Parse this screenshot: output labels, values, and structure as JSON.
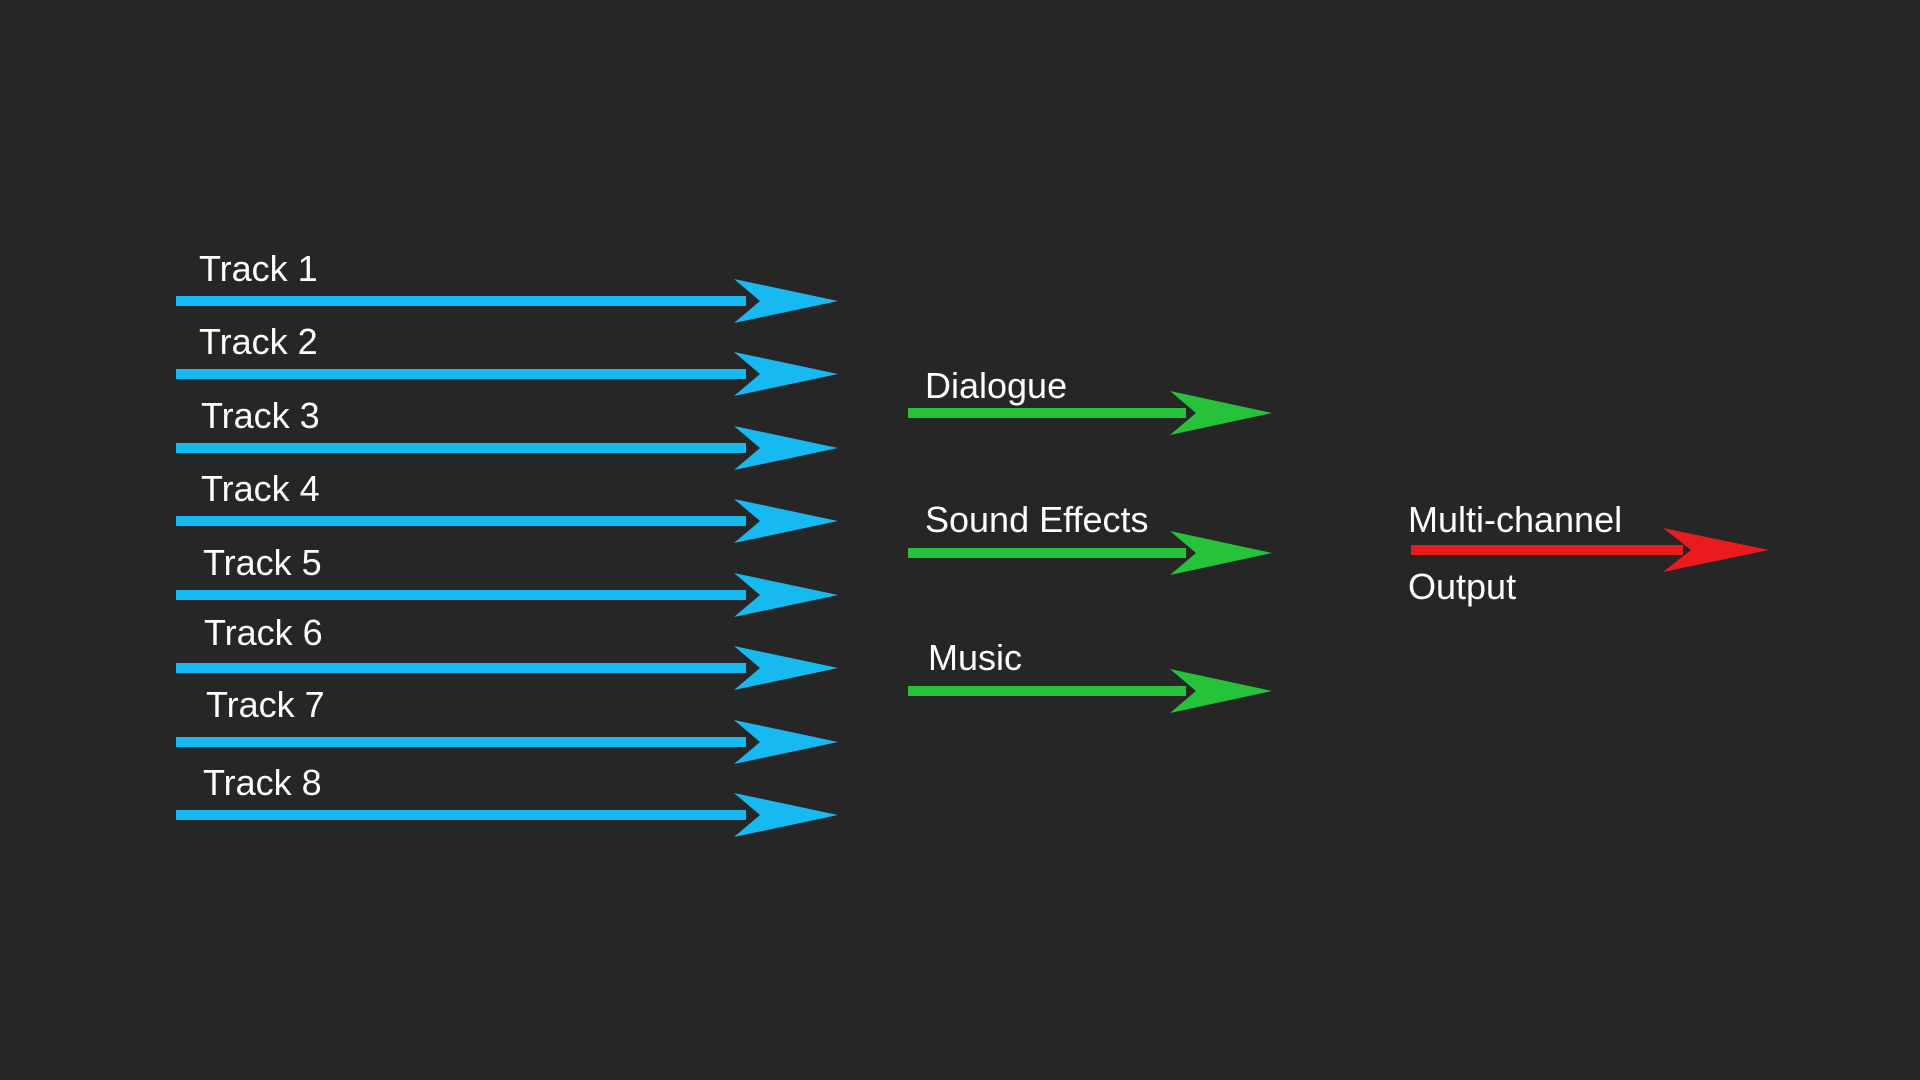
{
  "colors": {
    "background": "#262626",
    "track_arrow": "#16b9f0",
    "stem_arrow": "#25c23a",
    "output_arrow": "#ea1a1f",
    "text": "#ffffff"
  },
  "tracks": [
    "Track 1",
    "Track 2",
    "Track 3",
    "Track 4",
    "Track 5",
    "Track 6",
    "Track 7",
    "Track 8"
  ],
  "stems": [
    "Dialogue",
    "Sound Effects",
    "Music"
  ],
  "output": {
    "line1": "Multi-channel",
    "line2": "Output"
  }
}
